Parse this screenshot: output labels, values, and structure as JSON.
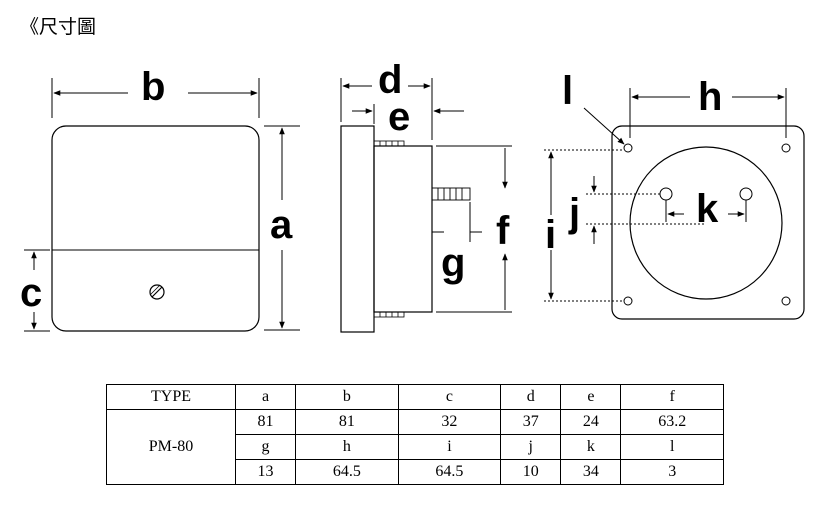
{
  "title": "《尺寸圖",
  "labels": {
    "a": "a",
    "b": "b",
    "c": "c",
    "d": "d",
    "e": "e",
    "f": "f",
    "g": "g",
    "h": "h",
    "i": "i",
    "j": "j",
    "k": "k",
    "l": "l"
  },
  "table": {
    "type_header": "TYPE",
    "model": "PM-80",
    "row1": [
      "a",
      "b",
      "c",
      "d",
      "e",
      "f"
    ],
    "row2": [
      "81",
      "81",
      "32",
      "37",
      "24",
      "63.2"
    ],
    "row3": [
      "g",
      "h",
      "i",
      "j",
      "k",
      "l"
    ],
    "row4": [
      "13",
      "64.5",
      "64.5",
      "10",
      "34",
      "3"
    ]
  }
}
